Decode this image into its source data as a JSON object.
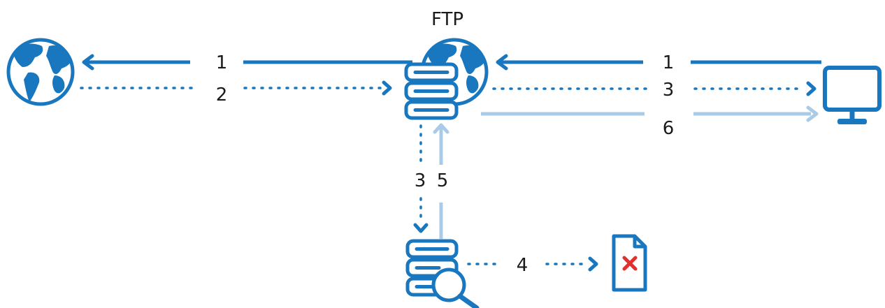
{
  "title": "FTP",
  "labels": {
    "top_left_1": "1",
    "top_left_2": "2",
    "top_right_1": "1",
    "top_right_3": "3",
    "top_right_6": "6",
    "vertical_3": "3",
    "vertical_5": "5",
    "bottom_4": "4"
  },
  "colors": {
    "primary": "#1877be",
    "light": "#a9cbe8",
    "error": "#e0312f"
  }
}
